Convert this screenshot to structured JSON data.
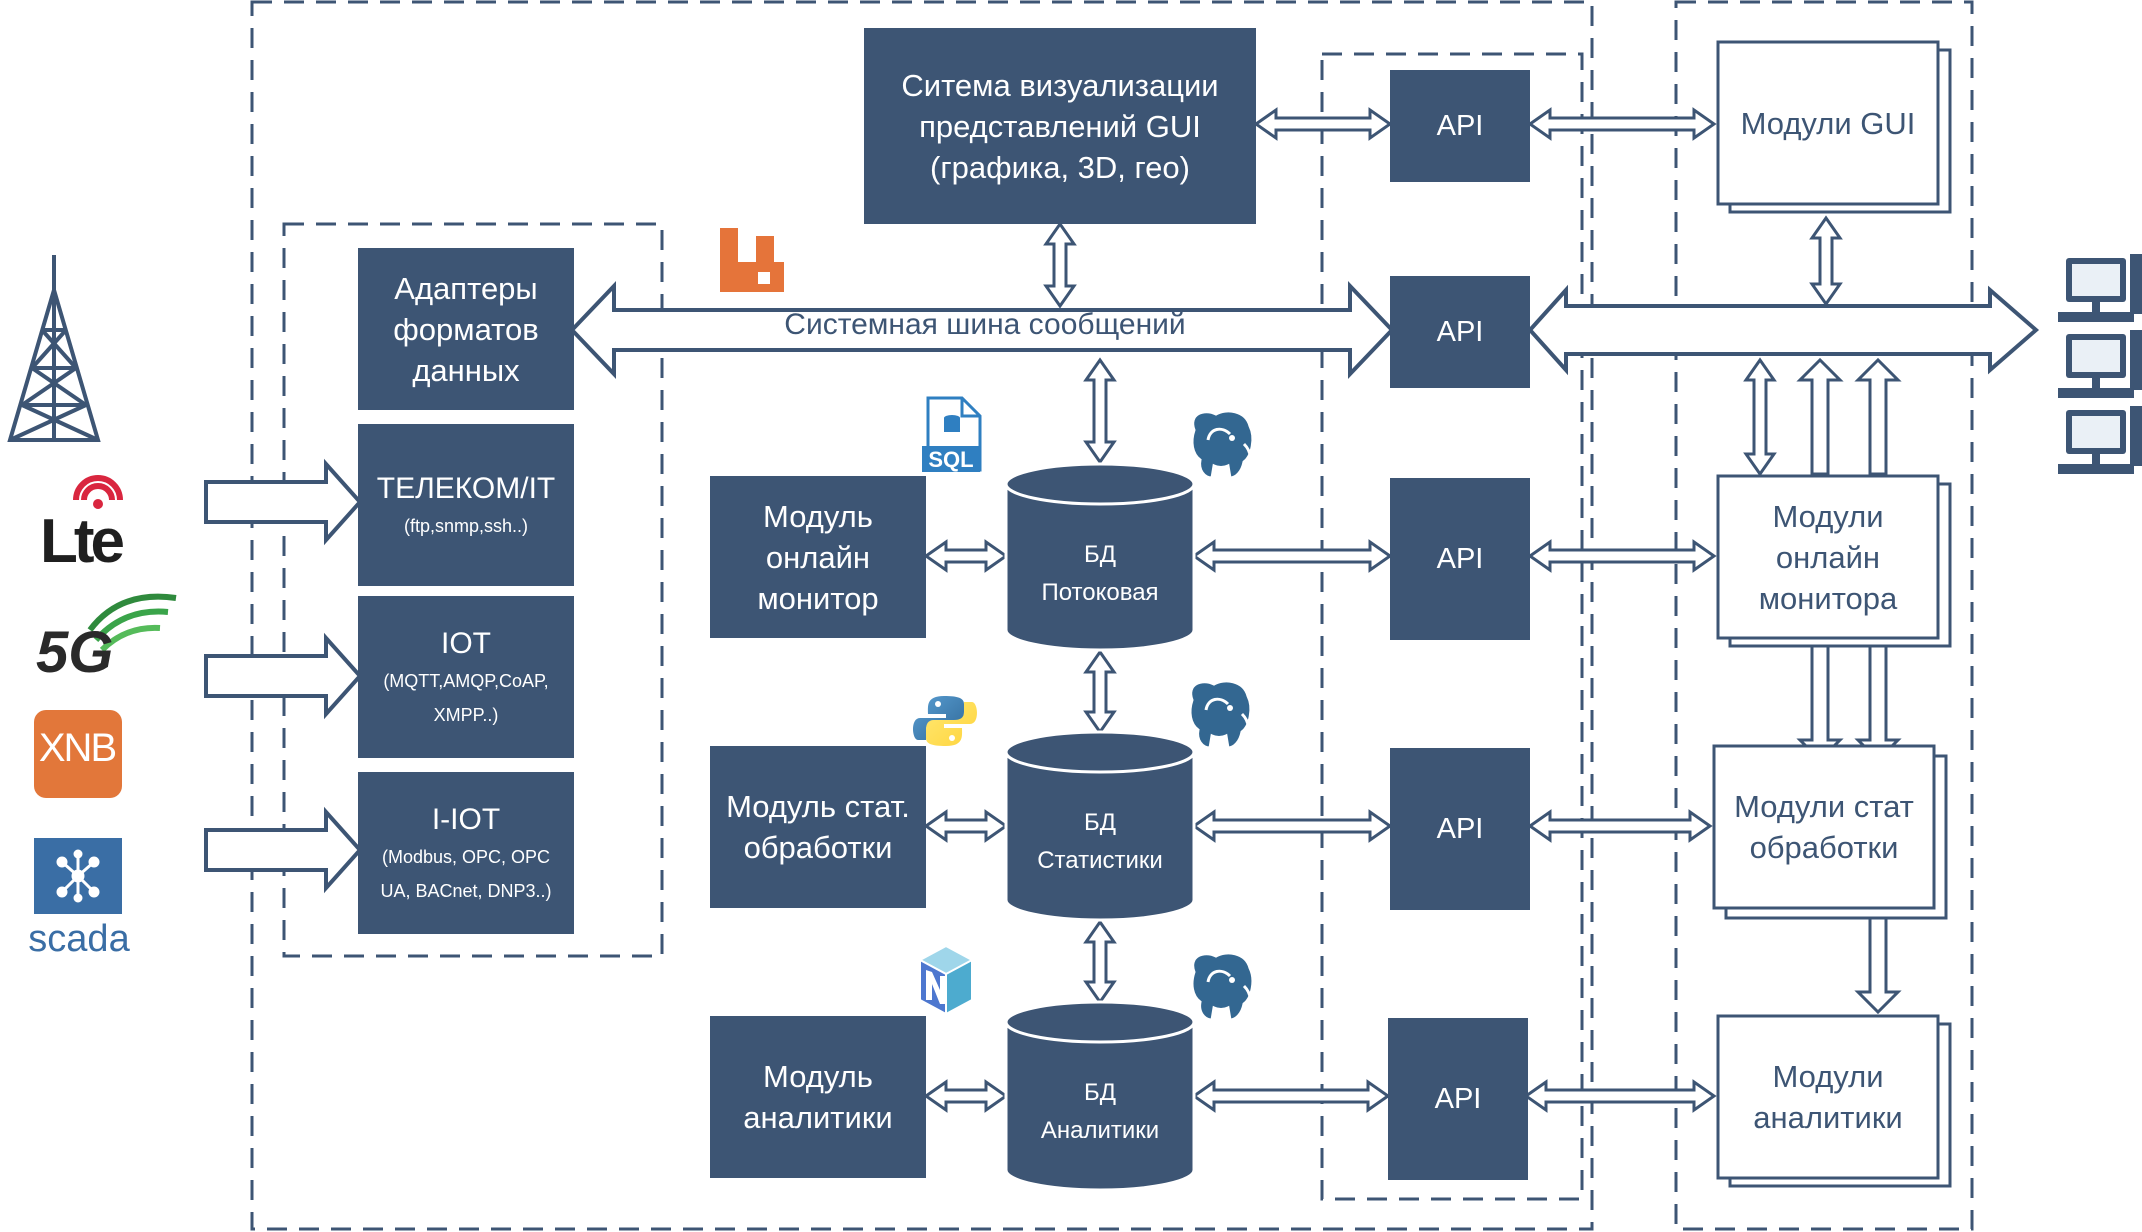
{
  "bus": {
    "label": "Системная шина сообщений"
  },
  "visual": {
    "line1": "Ситема визуализации",
    "line2": "представлений GUI",
    "line3": "(графика, 3D, гео)"
  },
  "adapters": {
    "line1": "Адаптеры",
    "line2": "форматов",
    "line3": "данных"
  },
  "telecom": {
    "title": "ТЕЛЕКОМ/IT",
    "sub": "(ftp,snmp,ssh..)"
  },
  "iot": {
    "title": "IOT",
    "sub1": "(MQTT,AMQP,CoAP,",
    "sub2": "XMPP..)"
  },
  "iiot": {
    "title": "I-IOT",
    "sub1": "(Modbus, OPC, OPC",
    "sub2": "UA, BACnet, DNP3..)"
  },
  "modules": {
    "monitor": {
      "line1": "Модуль",
      "line2": "онлайн",
      "line3": "монитор"
    },
    "stat": {
      "line1": "Модуль стат.",
      "line2": "обработки"
    },
    "analytics": {
      "line1": "Модуль",
      "line2": "аналитики"
    }
  },
  "databases": {
    "stream": {
      "line1": "БД",
      "line2": "Потоковая"
    },
    "stat": {
      "line1": "БД",
      "line2": "Статистики"
    },
    "analytics": {
      "line1": "БД",
      "line2": "Аналитики"
    }
  },
  "api": {
    "label": "API"
  },
  "ext_modules": {
    "gui": {
      "line1": "Модули GUI"
    },
    "monitor": {
      "line1": "Модули",
      "line2": "онлайн",
      "line3": "монитора"
    },
    "stat": {
      "line1": "Модули стат",
      "line2": "обработки"
    },
    "analytics": {
      "line1": "Модули",
      "line2": "аналитики"
    }
  },
  "logos": {
    "lte": "Lte",
    "fiveg": "5G",
    "xnb": "XNB",
    "scada": "scada",
    "sql": "SQL"
  },
  "colors": {
    "box": "#3d5574",
    "outline": "#2e4868",
    "text_light": "#ffffff",
    "rabbit": "#e5743a"
  }
}
